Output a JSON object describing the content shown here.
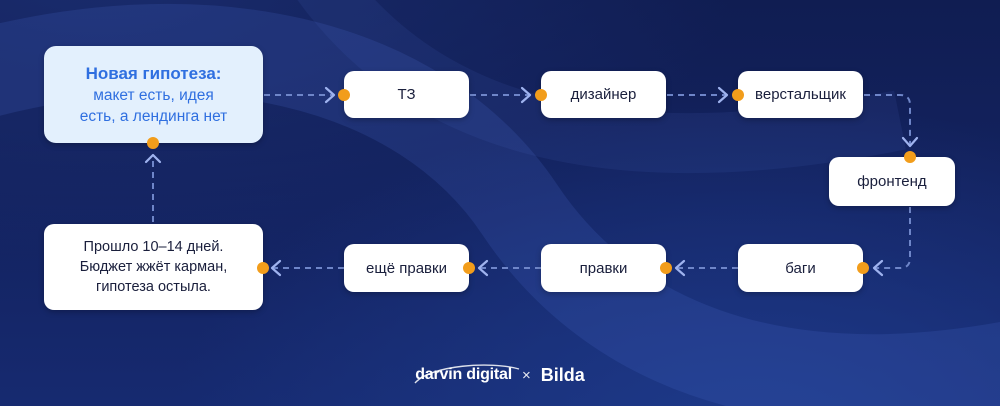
{
  "nodes": {
    "start": {
      "title": "Новая гипотеза:",
      "line1": "макет есть, идея",
      "line2": "есть, а лендинга нет"
    },
    "tz": "ТЗ",
    "designer": "дизайнер",
    "layout": "верстальщик",
    "frontend": "фронтенд",
    "bugs": "баги",
    "edits": "правки",
    "more_edits": "ещё правки",
    "end": {
      "line1": "Прошло 10–14 дней.",
      "line2": "Бюджет жжёт карман,",
      "line3": "гипотеза остыла."
    }
  },
  "footer": {
    "brand1": "darvin digital",
    "separator": "×",
    "brand2": "Bilda"
  },
  "colors": {
    "accent": "#f29d1b",
    "link": "#6f86c9",
    "start_bg": "#e3f0fd",
    "start_text": "#2f6fe0"
  }
}
